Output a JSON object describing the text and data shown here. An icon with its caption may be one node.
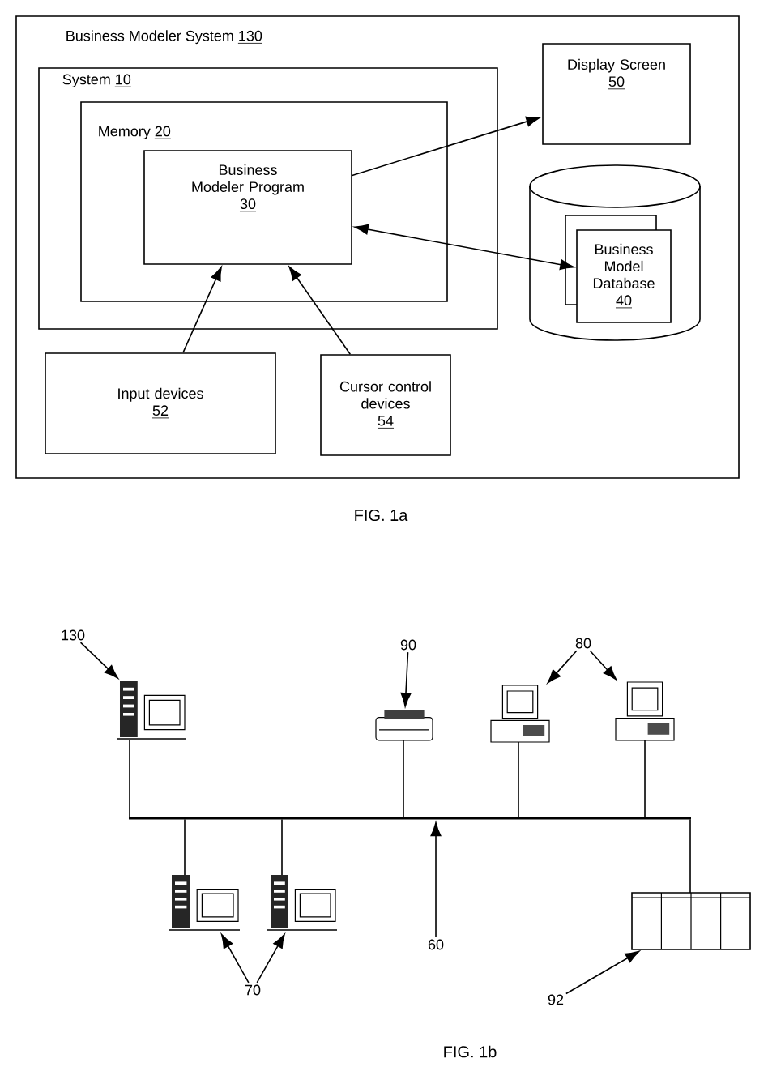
{
  "diagram": {
    "nodes": [
      {
        "text": [
          "Business Modeler System",
          "130"
        ]
      },
      {
        "text": [
          "System",
          "10"
        ],
        "in": 0
      },
      {
        "text": [
          "Memory",
          "20"
        ],
        "in": 1
      },
      {
        "text": [
          "Business Modeler Program",
          "30"
        ],
        "in": 2
      },
      {
        "text": [
          "Display Screen",
          "50"
        ],
        "in": 0
      },
      {
        "text": [],
        "shape": "cylinder",
        "in": 0
      },
      {
        "text": [
          "Business Model Database",
          "40"
        ],
        "in": 5
      },
      {
        "text": [
          "Input devices",
          "52"
        ],
        "in": 0
      },
      {
        "text": [
          "Cursor control devices",
          "54"
        ],
        "in": 0
      },
      {
        "text": [
          "130"
        ]
      },
      {
        "text": [],
        "shape": "picture"
      },
      {
        "text": [
          "90"
        ]
      },
      {
        "text": [],
        "shape": "picture"
      },
      {
        "text": [
          "80"
        ]
      },
      {
        "text": [],
        "shape": "picture"
      },
      {
        "text": [],
        "shape": "picture"
      },
      {
        "text": [],
        "shape": "bar"
      },
      {
        "text": [],
        "shape": "picture"
      },
      {
        "text": [],
        "shape": "picture"
      },
      {
        "text": [],
        "shape": "picture"
      },
      {
        "text": [
          "60"
        ]
      },
      {
        "text": [
          "70"
        ]
      },
      {
        "text": [
          "92"
        ]
      }
    ],
    "edges": [
      {
        "from": 3,
        "to": 4,
        "arrow": "to"
      },
      {
        "from": 3,
        "to": 6,
        "arrow": "both"
      },
      {
        "from": 7,
        "to": 3,
        "arrow": "to"
      },
      {
        "from": 8,
        "to": 3,
        "arrow": "to"
      },
      {
        "from": 9,
        "to": 10,
        "arrow": "to"
      },
      {
        "from": 11,
        "to": 12,
        "arrow": "to"
      },
      {
        "from": 13,
        "to": 14,
        "arrow": "to"
      },
      {
        "from": 13,
        "to": 15,
        "arrow": "to"
      },
      {
        "from": 10,
        "to": 16,
        "arrow": "none"
      },
      {
        "from": 12,
        "to": 16,
        "arrow": "none"
      },
      {
        "from": 14,
        "to": 16,
        "arrow": "none"
      },
      {
        "from": 15,
        "to": 16,
        "arrow": "none"
      },
      {
        "from": 17,
        "to": 16,
        "arrow": "none"
      },
      {
        "from": 18,
        "to": 16,
        "arrow": "none"
      },
      {
        "from": 19,
        "to": 16,
        "arrow": "none"
      },
      {
        "from": 20,
        "to": 16,
        "arrow": "to"
      },
      {
        "from": 21,
        "to": 17,
        "arrow": "to"
      },
      {
        "from": 21,
        "to": 18,
        "arrow": "to"
      },
      {
        "from": 22,
        "to": 19,
        "arrow": "to"
      }
    ],
    "labels": [
      "FIG. 1a",
      "FIG. 1b"
    ]
  }
}
